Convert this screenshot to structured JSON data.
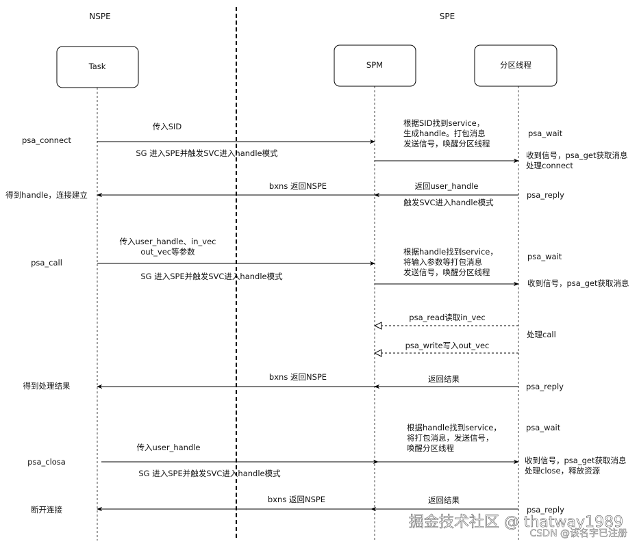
{
  "regions": {
    "left": "NSPE",
    "right": "SPE"
  },
  "participants": {
    "task": "Task",
    "spm": "SPM",
    "partition": "分区线程"
  },
  "left_labels": {
    "connect": "psa_connect",
    "connect_result": "得到handle，连接建立",
    "call": "psa_call",
    "call_result": "得到处理结果",
    "close": "psa_closa",
    "close_result": "断开连接"
  },
  "right_labels": {
    "wait1": "psa_wait",
    "recv1_l1": "收到信号，psa_get获取消息",
    "recv1_l2": "处理connect",
    "reply1": "psa_reply",
    "wait2": "psa_wait",
    "recv2": "收到信号，psa_get获取消息",
    "proc_call": "处理call",
    "reply2": "psa_reply",
    "wait3": "psa_wait",
    "recv3_l1": "收到信号，psa_get获取消息",
    "recv3_l2": "处理close，释放资源",
    "reply3": "psa_reply"
  },
  "messages": {
    "m1_above": "传入SID",
    "m1_below": "SG 进入SPE并触发SVC进入handle模式",
    "spm1_l1": "根据SID找到service，",
    "spm1_l2": "生成handle。打包消息",
    "spm1_l3": "发送信号，唤醒分区线程",
    "r1_spm": "返回user_handle",
    "r1_svc": "触发SVC进入handle模式",
    "r1_task": "bxns  返回NSPE",
    "m2_above_l1": "传入user_handle、in_vec",
    "m2_above_l2": "out_vec等参数",
    "m2_below": "SG 进入SPE并触发SVC进入handle模式",
    "spm2_l1": "根据handle找到service，",
    "spm2_l2": "将输入参数等打包消息",
    "spm2_l3": "发送信号，唤醒分区线程",
    "read": "psa_read读取in_vec",
    "write": "psa_write写入out_vec",
    "r2_task": "bxns  返回NSPE",
    "r2_spm": "返回结果",
    "m3_above": "传入user_handle",
    "m3_below": "SG 进入SPE并触发SVC进入handle模式",
    "spm3_l1": "根据handle找到service，",
    "spm3_l2": "将打包消息，发送信号，",
    "spm3_l3": "唤醒分区线程",
    "r3_task": "bxns  返回NSPE",
    "r3_spm": "返回结果"
  },
  "watermark": {
    "line1": "掘金技术社区 @ thatway1989",
    "line2": "CSDN @该名字已注册"
  }
}
